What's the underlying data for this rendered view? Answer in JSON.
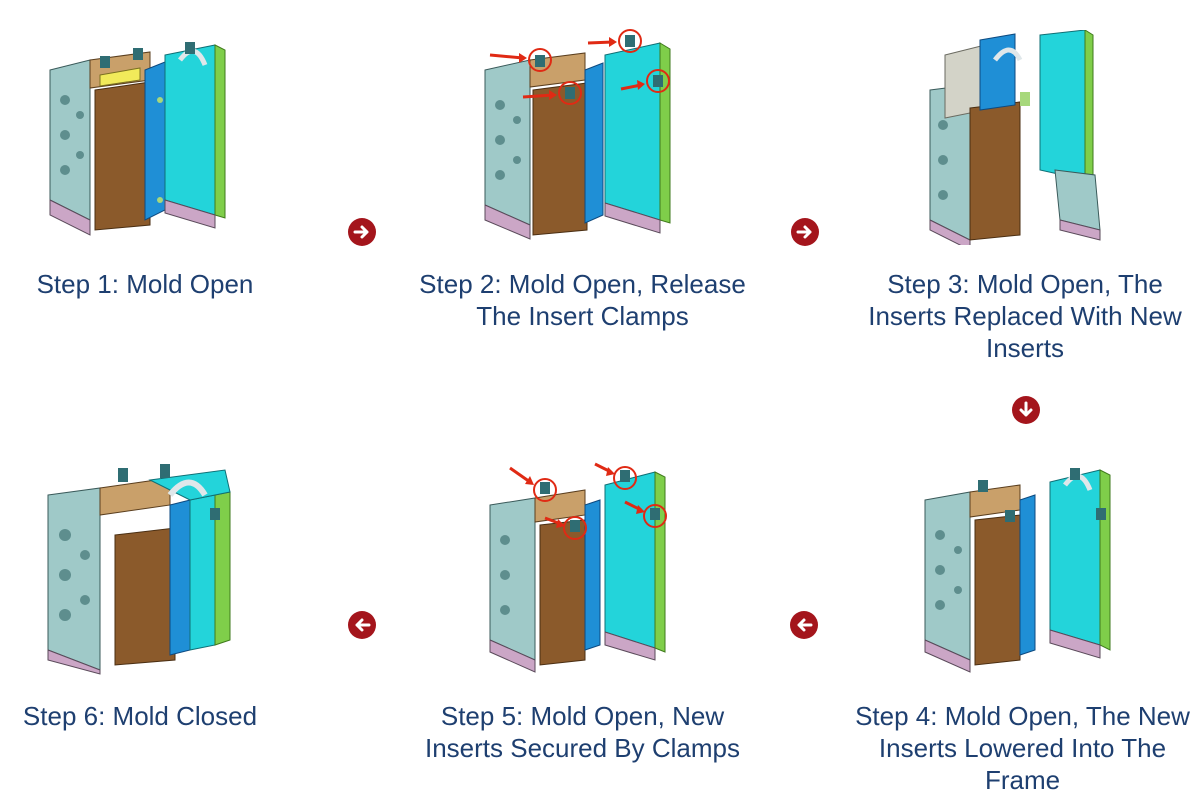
{
  "colors": {
    "caption_text": "#1e3f70",
    "arrow_badge": "#a4151c",
    "plate_gray": "#9fc9c8",
    "plate_bottom": "#cba6c6",
    "insert_brown": "#8b5a2b",
    "insert_blue": "#1f8fd6",
    "cavity_cyan": "#23d4da",
    "rail_green": "#7fce4a",
    "highlight_red": "#e02a14"
  },
  "steps": [
    {
      "lines": [
        "Step 1: Mold Open"
      ]
    },
    {
      "lines": [
        "Step 2: Mold Open, Release",
        "The Insert Clamps"
      ]
    },
    {
      "lines": [
        "Step 3: Mold Open, The",
        "Inserts Replaced With New",
        "Inserts"
      ]
    },
    {
      "lines": [
        "Step 4: Mold Open, The New",
        "Inserts Lowered Into The",
        "Frame"
      ]
    },
    {
      "lines": [
        "Step 5: Mold Open, New",
        "Inserts Secured By Clamps"
      ]
    },
    {
      "lines": [
        "Step 6: Mold Closed"
      ]
    }
  ],
  "arrows": [
    {
      "from": "Step 1",
      "to": "Step 2",
      "direction": "right",
      "icon": "arrow-right-icon"
    },
    {
      "from": "Step 2",
      "to": "Step 3",
      "direction": "right",
      "icon": "arrow-right-icon"
    },
    {
      "from": "Step 3",
      "to": "Step 4",
      "direction": "down",
      "icon": "arrow-down-icon"
    },
    {
      "from": "Step 4",
      "to": "Step 5",
      "direction": "left",
      "icon": "arrow-left-icon"
    },
    {
      "from": "Step 5",
      "to": "Step 6",
      "direction": "left",
      "icon": "arrow-left-icon"
    }
  ]
}
